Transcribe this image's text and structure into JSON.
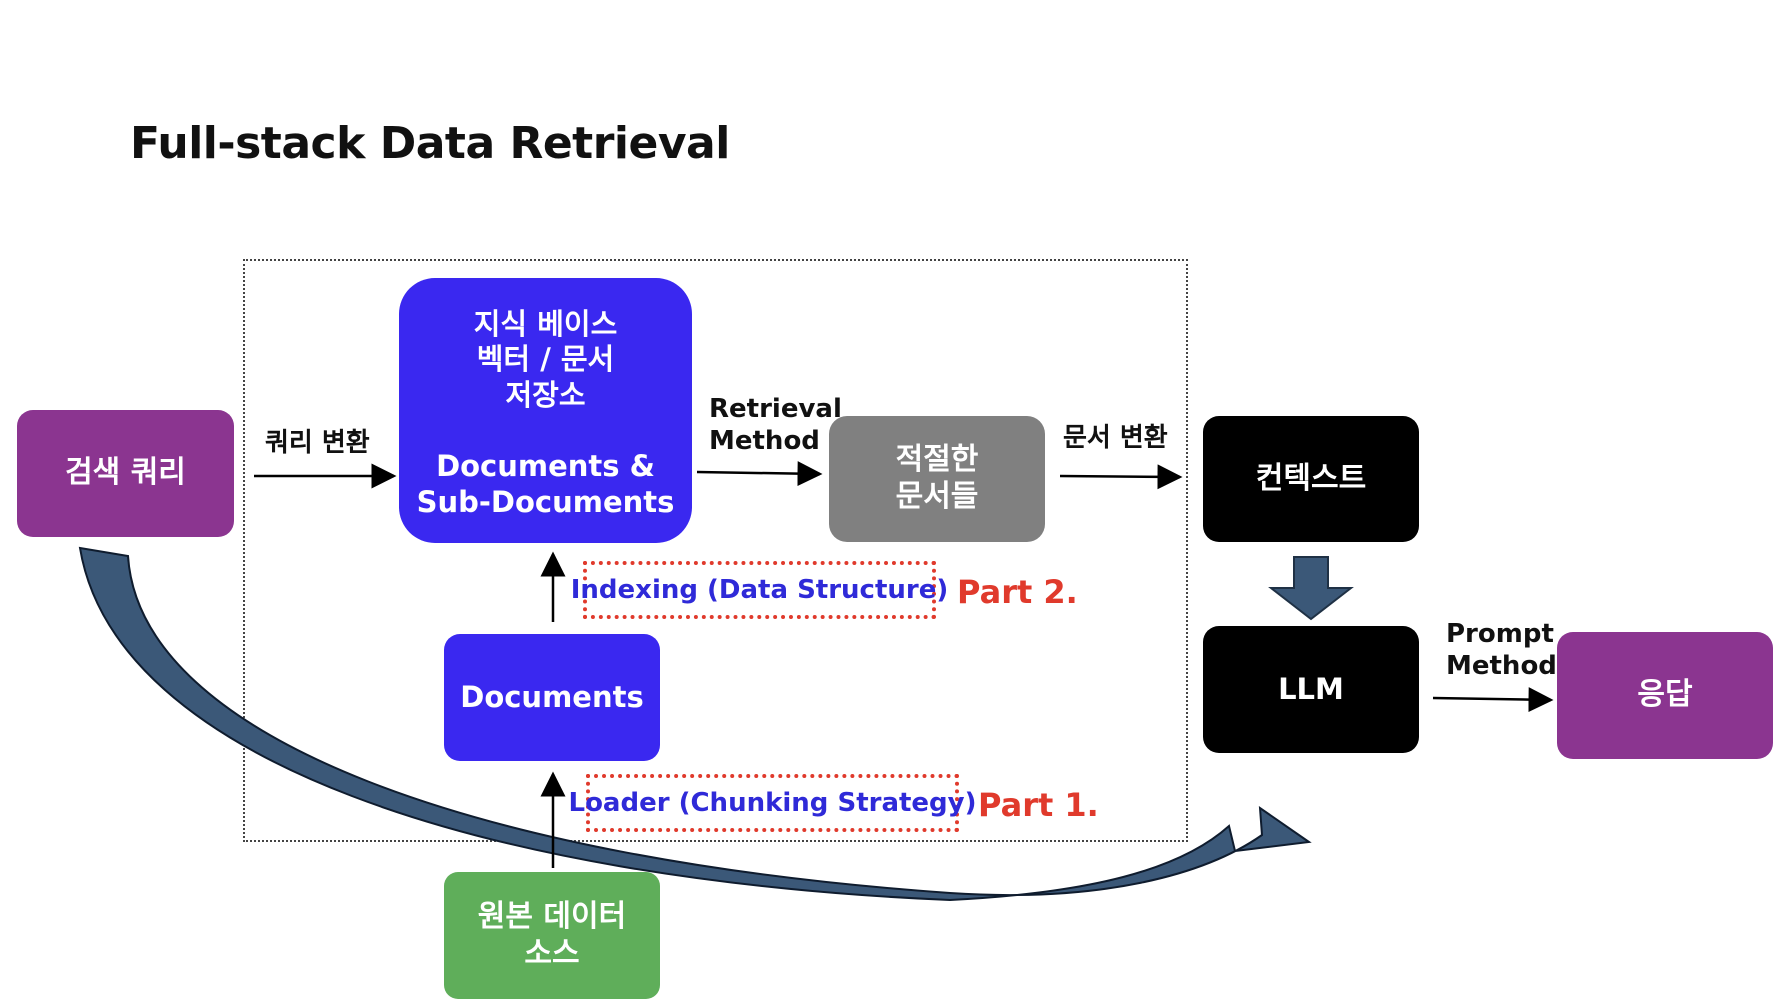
{
  "title": "Full-stack Data Retrieval",
  "nodes": {
    "search_query": "검색 쿼리",
    "knowledge_base": {
      "line1": "지식 베이스",
      "line2": "벡터 / 문서",
      "line3": "저장소",
      "line4": "Documents &",
      "line5": "Sub-Documents"
    },
    "documents": "Documents",
    "relevant_docs": {
      "line1": "적절한",
      "line2": "문서들"
    },
    "context": "컨텍스트",
    "llm": "LLM",
    "response": "응답",
    "source": {
      "line1": "원본 데이터",
      "line2": "소스"
    }
  },
  "edge_labels": {
    "query_transform": "쿼리 변환",
    "retrieval_method": {
      "line1": "Retrieval",
      "line2": "Method"
    },
    "doc_transform": "문서 변환",
    "prompt_method": {
      "line1": "Prompt",
      "line2": "Method"
    }
  },
  "annotations": {
    "indexing": "Indexing (Data Structure)",
    "indexing_part": "Part 2.",
    "loader": "Loader (Chunking Strategy)",
    "loader_part": "Part 1."
  },
  "colors": {
    "purple": "#8b3590",
    "blue": "#3a28f0",
    "gray": "#808080",
    "black": "#000000",
    "green": "#5fae5a",
    "red_dotted": "#e03a2c",
    "big_arrow": "#3b5878"
  }
}
